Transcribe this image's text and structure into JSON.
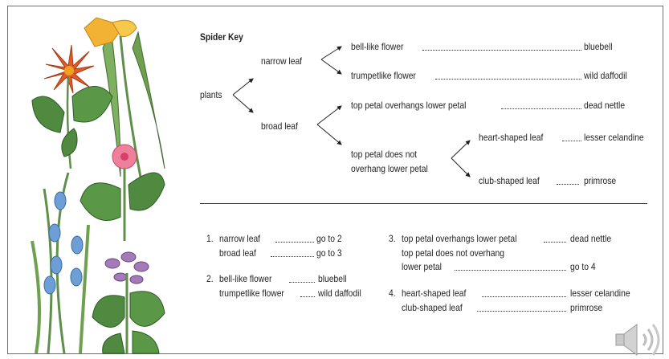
{
  "spider_key": {
    "title": "Spider Key",
    "root": "plants",
    "narrow_leaf": "narrow leaf",
    "broad_leaf": "broad leaf",
    "bell_like": "bell-like flower",
    "bluebell": "bluebell",
    "trumpetlike": "trumpetlike flower",
    "wild_daffodil": "wild daffodil",
    "top_petal_overhangs": "top petal overhangs lower petal",
    "dead_nettle": "dead nettle",
    "top_petal_not_1": "top petal does not",
    "top_petal_not_2": "overhang lower petal",
    "heart_shaped": "heart-shaped leaf",
    "lesser_celandine": "lesser celandine",
    "club_shaped": "club-shaped leaf",
    "primrose": "primrose"
  },
  "numbered_key": {
    "item1": {
      "num": "1.",
      "a": "narrow leaf",
      "a_result": "go to 2",
      "b": "broad leaf",
      "b_result": "go to 3"
    },
    "item2": {
      "num": "2.",
      "a": "bell-like flower",
      "a_result": "bluebell",
      "b": "trumpetlike flower",
      "b_result": "wild daffodil"
    },
    "item3": {
      "num": "3.",
      "a": "top petal overhangs lower petal",
      "a_result": "dead nettle",
      "b1": "top petal does not overhang",
      "b2": "lower petal",
      "b_result": "go to 4"
    },
    "item4": {
      "num": "4.",
      "a": "heart-shaped leaf",
      "a_result": "lesser celandine",
      "b": "club-shaped leaf",
      "b_result": "primrose"
    }
  },
  "colors": {
    "border": "#6d6d6d",
    "text": "#231f20"
  },
  "icons": [
    "flower-illustration",
    "speaker-icon"
  ]
}
